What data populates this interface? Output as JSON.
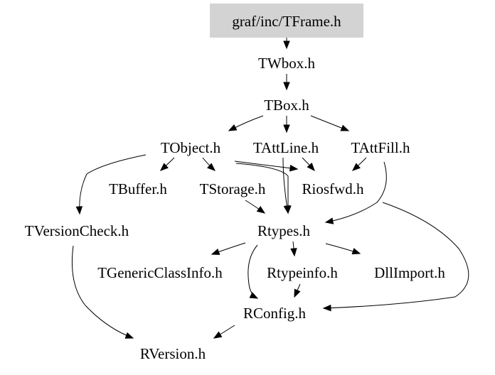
{
  "nodes": [
    {
      "id": "tframe",
      "label": "graf/inc/TFrame.h",
      "highlight": true
    },
    {
      "id": "twbox",
      "label": "TWbox.h"
    },
    {
      "id": "tbox",
      "label": "TBox.h"
    },
    {
      "id": "tobject",
      "label": "TObject.h"
    },
    {
      "id": "tattline",
      "label": "TAttLine.h"
    },
    {
      "id": "tattfill",
      "label": "TAttFill.h"
    },
    {
      "id": "tbuffer",
      "label": "TBuffer.h"
    },
    {
      "id": "tstorage",
      "label": "TStorage.h"
    },
    {
      "id": "riosfwd",
      "label": "Riosfwd.h"
    },
    {
      "id": "tversioncheck",
      "label": "TVersionCheck.h"
    },
    {
      "id": "rtypes",
      "label": "Rtypes.h"
    },
    {
      "id": "tgenericclassinfo",
      "label": "TGenericClassInfo.h"
    },
    {
      "id": "rtypeinfo",
      "label": "Rtypeinfo.h"
    },
    {
      "id": "dllimport",
      "label": "DllImport.h"
    },
    {
      "id": "rconfig",
      "label": "RConfig.h"
    },
    {
      "id": "rversion",
      "label": "RVersion.h"
    }
  ],
  "edges": [
    [
      "tframe",
      "twbox"
    ],
    [
      "twbox",
      "tbox"
    ],
    [
      "tbox",
      "tobject"
    ],
    [
      "tbox",
      "tattline"
    ],
    [
      "tbox",
      "tattfill"
    ],
    [
      "tobject",
      "tbuffer"
    ],
    [
      "tobject",
      "tstorage"
    ],
    [
      "tobject",
      "riosfwd"
    ],
    [
      "tobject",
      "rtypes"
    ],
    [
      "tobject",
      "tversioncheck"
    ],
    [
      "tattline",
      "riosfwd"
    ],
    [
      "tattline",
      "rtypes"
    ],
    [
      "tattfill",
      "riosfwd"
    ],
    [
      "tattfill",
      "rtypes"
    ],
    [
      "tattfill",
      "rconfig"
    ],
    [
      "tstorage",
      "rtypes"
    ],
    [
      "tversioncheck",
      "rversion"
    ],
    [
      "rtypes",
      "tgenericclassinfo"
    ],
    [
      "rtypes",
      "rtypeinfo"
    ],
    [
      "rtypes",
      "dllimport"
    ],
    [
      "rtypes",
      "rconfig"
    ],
    [
      "rtypeinfo",
      "rconfig"
    ],
    [
      "rconfig",
      "rversion"
    ]
  ],
  "colors": {
    "highlight_fill": "#d3d3d3",
    "edge": "#000000",
    "text": "#000000"
  }
}
